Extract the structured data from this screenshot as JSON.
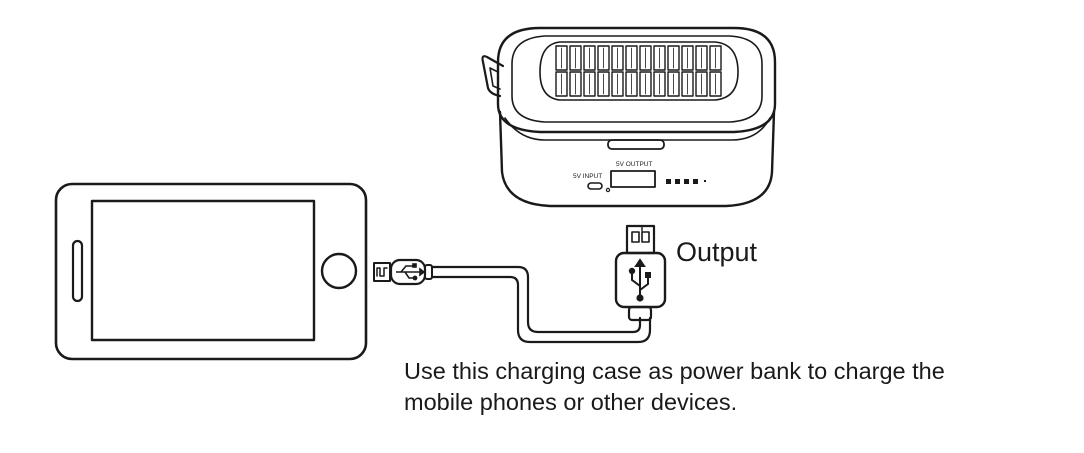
{
  "labels": {
    "output": "Output",
    "caption_line1": "Use this charging case as power bank to charge the",
    "caption_line2": "mobile phones or other devices.",
    "port_input": "5V INPUT",
    "port_output": "5V OUTPUT"
  },
  "colors": {
    "line": "#1a1a1a",
    "background": "#ffffff"
  },
  "icons": [
    "usb-symbol-icon"
  ]
}
